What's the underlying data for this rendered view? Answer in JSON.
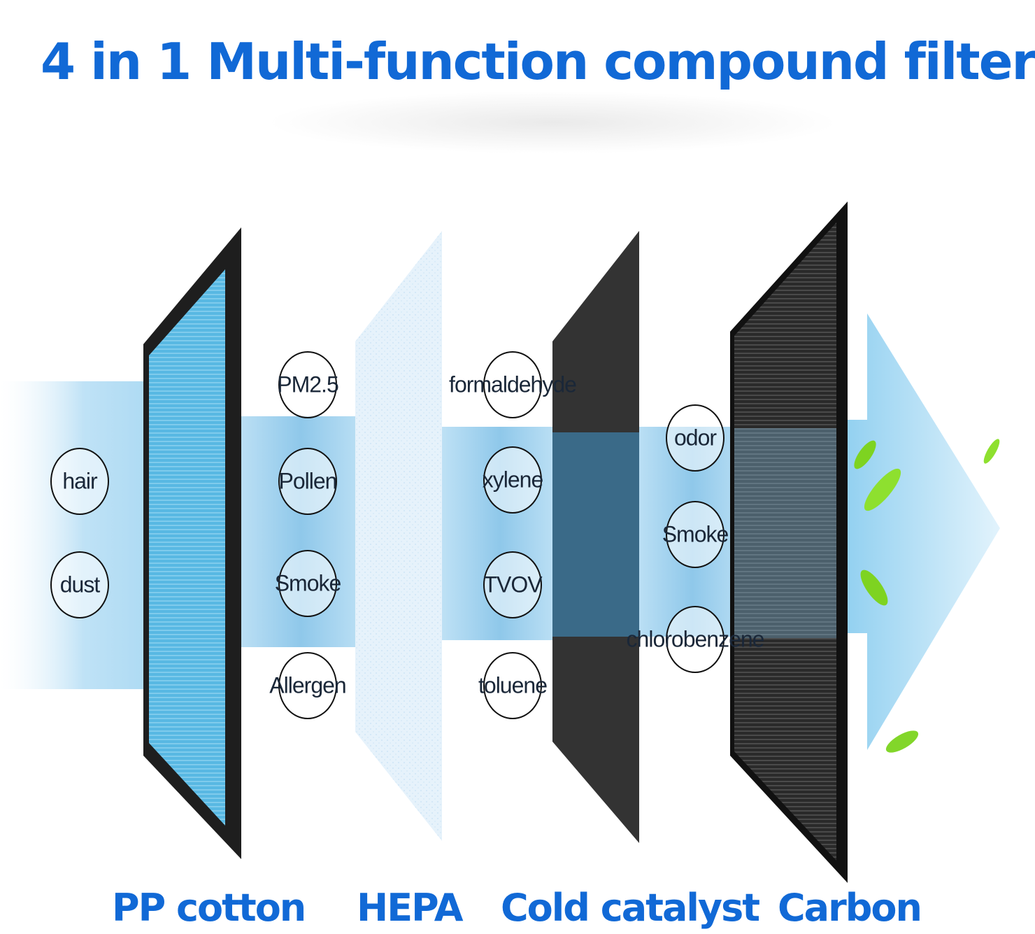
{
  "title": "4 in 1 Multi-function compound filter",
  "colors": {
    "accent": "#1169d6",
    "airflow": "#9fd3f0",
    "pp_cotton": "#4fb3e0",
    "hepa": "#e4f1fb",
    "cold_catalyst": "#303030",
    "carbon": "#2c2c2c",
    "leaf": "#7ed321"
  },
  "stages": [
    {
      "label": "PP cotton",
      "captures": [
        "hair",
        "dust"
      ]
    },
    {
      "label": "HEPA",
      "captures": [
        "PM2.5",
        "Pollen",
        "Smoke",
        "Allergen"
      ]
    },
    {
      "label": "Cold catalyst",
      "captures": [
        "formaldehyde",
        "xylene",
        "TVOV",
        "toluene"
      ]
    },
    {
      "label": "Carbon",
      "captures": [
        "odor",
        "Smoke",
        "chlorobenzene"
      ]
    }
  ]
}
